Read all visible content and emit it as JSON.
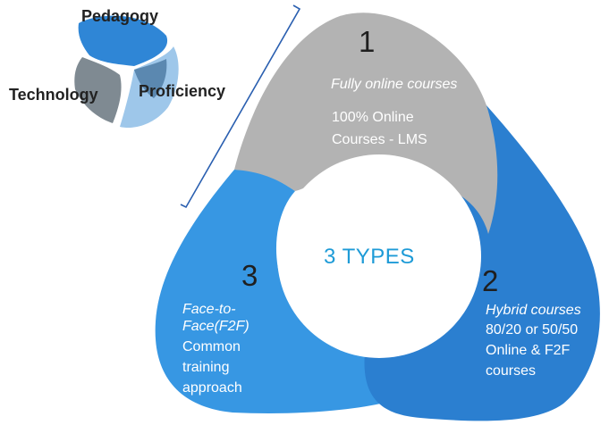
{
  "logo": {
    "pedagogy": "Pedagogy",
    "technology": "Technology",
    "proficiency": "Proficiency"
  },
  "center": {
    "label": "3 TYPES"
  },
  "types": [
    {
      "number": "1",
      "title": "Fully online courses",
      "description": "100% Online Courses - LMS",
      "color": "#b3b3b3"
    },
    {
      "number": "2",
      "title": "Hybrid courses",
      "description": "80/20 or 50/50 Online & F2F courses",
      "color": "#2b7fd0"
    },
    {
      "number": "3",
      "title": "Face-to-Face(F2F)",
      "description": "Common training approach",
      "color": "#3797e3"
    }
  ],
  "colors": {
    "gray_lobe": "#b3b3b3",
    "dark_blue_lobe": "#2b7fd0",
    "light_blue_lobe": "#3797e3",
    "center_text": "#1e9bd7",
    "bracket": "#2a5fb0"
  }
}
